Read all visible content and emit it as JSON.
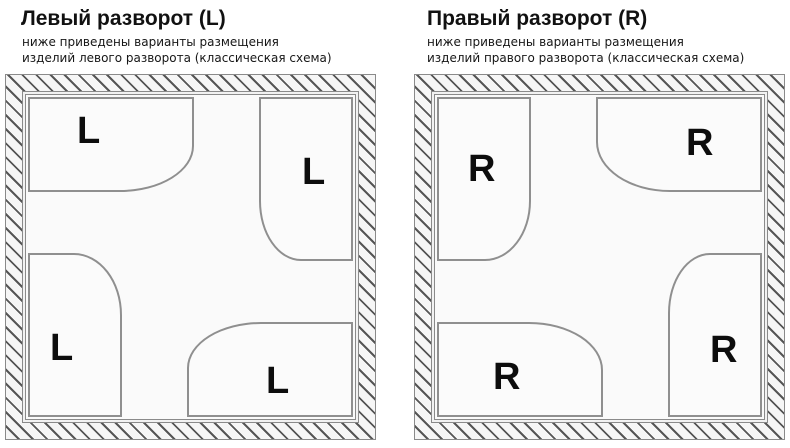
{
  "panels": {
    "left": {
      "title": "Левый разворот (L)",
      "subtitle_line1": "ниже приведены варианты размещения",
      "subtitle_line2": "изделий левого разворота (классическая схема)",
      "tubs": [
        {
          "position": "top-left",
          "shape": "wide",
          "rounded_corner": "bottom-right",
          "label": "L"
        },
        {
          "position": "top-right",
          "shape": "tall",
          "rounded_corner": "bottom-left",
          "label": "L"
        },
        {
          "position": "bottom-left",
          "shape": "tall",
          "rounded_corner": "top-right",
          "label": "L"
        },
        {
          "position": "bottom-right",
          "shape": "wide",
          "rounded_corner": "top-left",
          "label": "L"
        }
      ]
    },
    "right": {
      "title": "Правый разворот (R)",
      "subtitle_line1": "ниже приведены варианты размещения",
      "subtitle_line2": "изделий правого разворота (классическая схема)",
      "tubs": [
        {
          "position": "top-left",
          "shape": "tall",
          "rounded_corner": "bottom-right",
          "label": "R"
        },
        {
          "position": "top-right",
          "shape": "wide",
          "rounded_corner": "bottom-left",
          "label": "R"
        },
        {
          "position": "bottom-left",
          "shape": "wide",
          "rounded_corner": "top-right",
          "label": "R"
        },
        {
          "position": "bottom-right",
          "shape": "tall",
          "rounded_corner": "top-left",
          "label": "R"
        }
      ]
    }
  },
  "colors": {
    "page_background": "#ffffff",
    "wall_hatch_line": "#565656",
    "wall_fill": "#f6f6f6",
    "outline": "#8a8a8a",
    "interior_fill": "#fafafa",
    "label_text": "#0d0d0d"
  }
}
